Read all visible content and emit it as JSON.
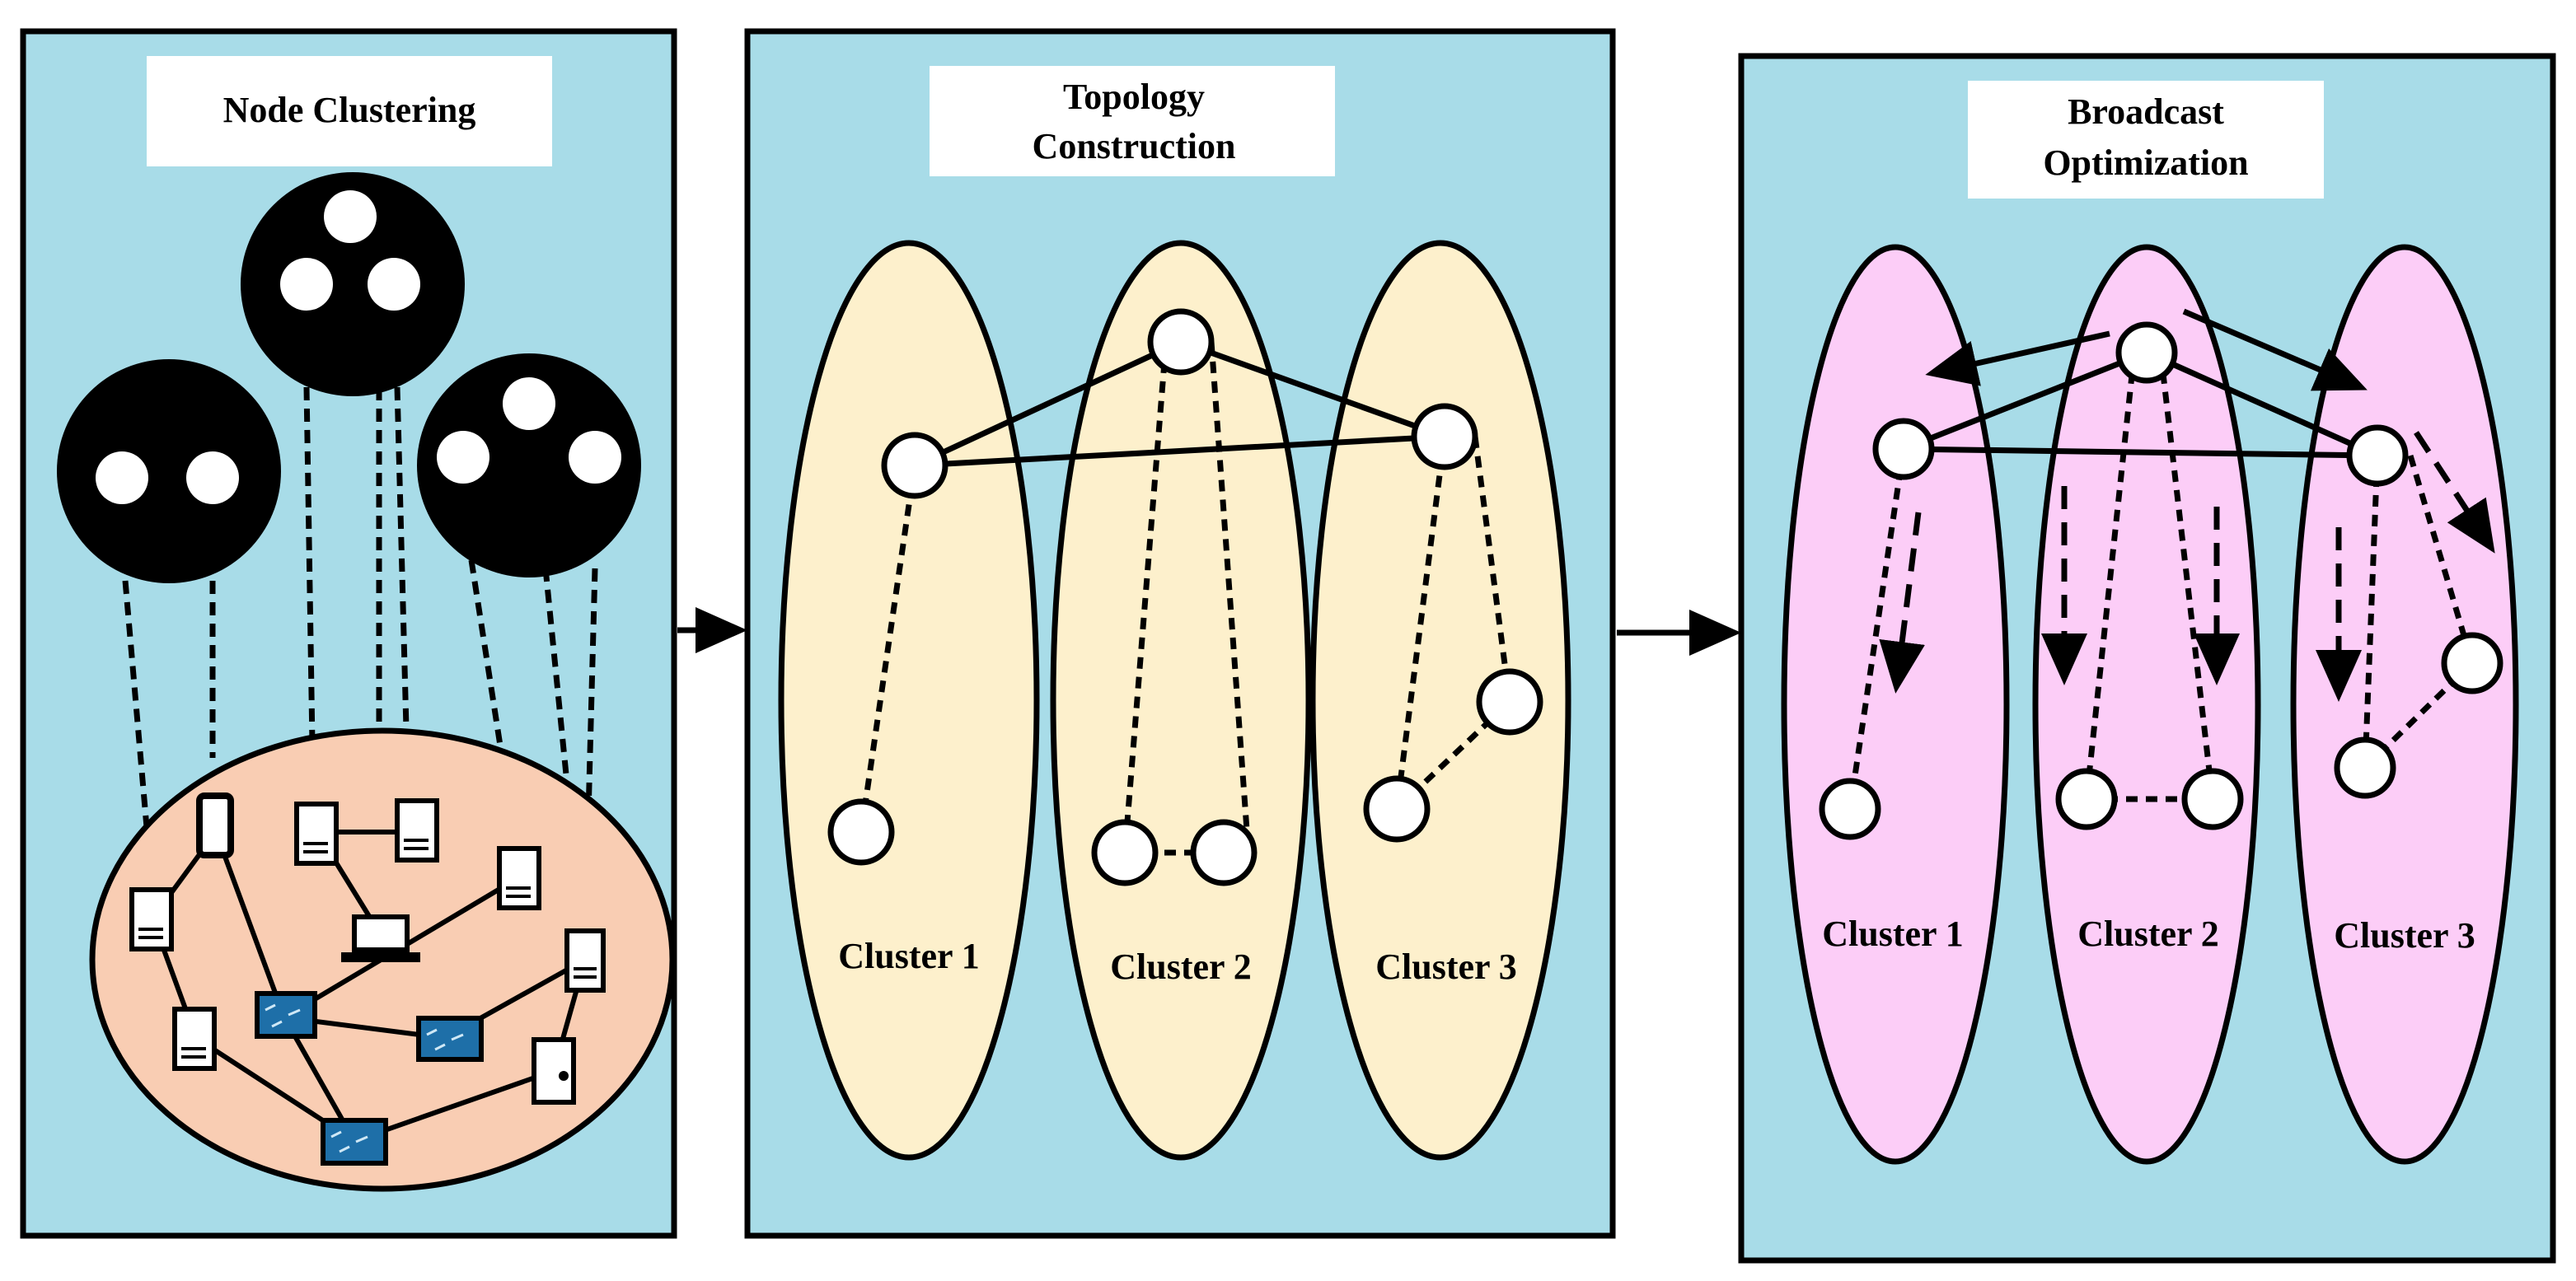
{
  "panels": [
    {
      "title_lines": [
        "Node Clustering"
      ]
    },
    {
      "title_lines": [
        "Topology",
        "Construction"
      ],
      "cluster_labels": [
        "Cluster 1",
        "Cluster 2",
        "Cluster 3"
      ]
    },
    {
      "title_lines": [
        "Broadcast",
        "Optimization"
      ],
      "cluster_labels": [
        "Cluster 1",
        "Cluster 2",
        "Cluster 3"
      ]
    }
  ],
  "colors": {
    "panel_bg": "#a8dce8",
    "title_bg": "#ffffff",
    "network_oval": "#f9cdb3",
    "topology_cluster": "#fdf0cc",
    "broadcast_cluster": "#fccdf7",
    "stroke": "#000000",
    "switch_blue": "#1e6fa8"
  },
  "icons": [
    "phone-icon",
    "laptop-icon",
    "switch-icon",
    "node-circle-icon",
    "arrow-icon"
  ]
}
